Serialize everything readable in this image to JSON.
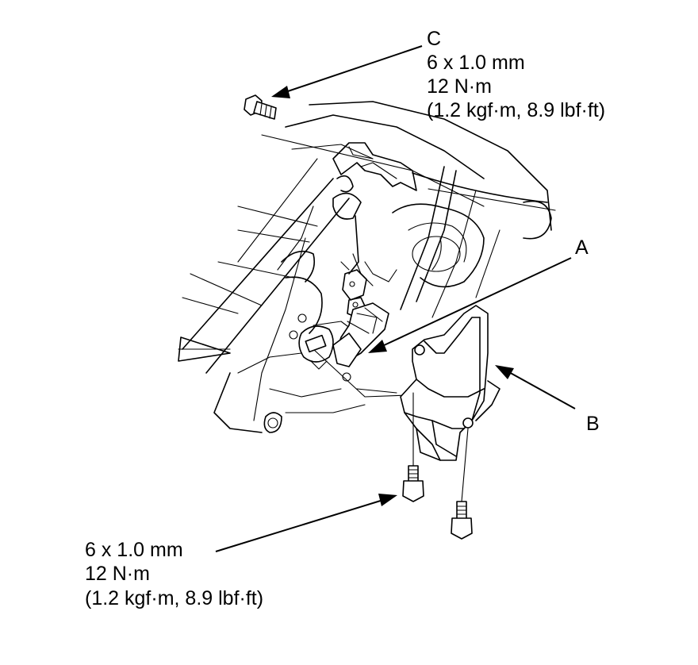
{
  "callout_c": {
    "letter": "C",
    "size": "6 x 1.0 mm",
    "torque": "12 N·m",
    "torque_alt": "(1.2 kgf·m, 8.9 lbf·ft)"
  },
  "callout_a": {
    "letter": "A"
  },
  "callout_b": {
    "letter": "B"
  },
  "callout_bottom": {
    "size": "6 x 1.0 mm",
    "torque": "12 N·m",
    "torque_alt": "(1.2 kgf·m, 8.9 lbf·ft)"
  }
}
